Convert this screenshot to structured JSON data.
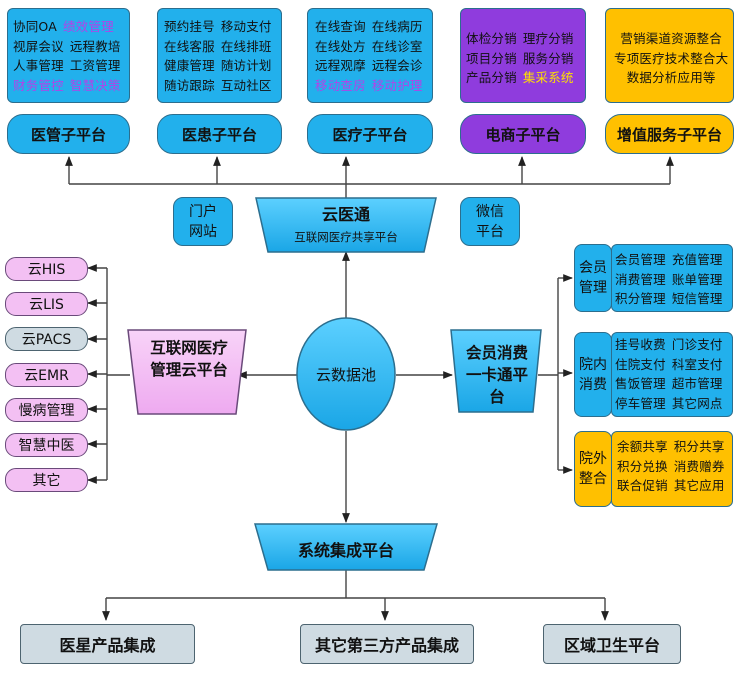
{
  "colors": {
    "blue": "#22b0ec",
    "purple": "#8f3cdd",
    "orange": "#ffc000",
    "pink": "#f3c0f3",
    "gray": "#cfdbe2"
  },
  "top": [
    {
      "title": "医管子平台",
      "color": "blue",
      "lines": [
        [
          {
            "t": "协同OA"
          },
          {
            "t": "绩效管理",
            "hl": true
          }
        ],
        [
          {
            "t": "视屏会议"
          },
          {
            "t": "远程教培"
          }
        ],
        [
          {
            "t": "人事管理"
          },
          {
            "t": "工资管理"
          }
        ],
        [
          {
            "t": "财务管控",
            "hl": true
          },
          {
            "t": "智慧决策",
            "hl": true
          }
        ]
      ]
    },
    {
      "title": "医患子平台",
      "color": "blue",
      "lines": [
        [
          {
            "t": "预约挂号"
          },
          {
            "t": "移动支付"
          }
        ],
        [
          {
            "t": "在线客服"
          },
          {
            "t": "在线排班"
          }
        ],
        [
          {
            "t": "健康管理"
          },
          {
            "t": "随访计划"
          }
        ],
        [
          {
            "t": "随访跟踪"
          },
          {
            "t": "互动社区"
          }
        ]
      ]
    },
    {
      "title": "医疗子平台",
      "color": "blue",
      "lines": [
        [
          {
            "t": "在线查询"
          },
          {
            "t": "在线病历"
          }
        ],
        [
          {
            "t": "在线处方"
          },
          {
            "t": "在线诊室"
          }
        ],
        [
          {
            "t": "远程观摩"
          },
          {
            "t": "远程会诊"
          }
        ],
        [
          {
            "t": "移动查房",
            "hl": true
          },
          {
            "t": "移动护理",
            "hl": true
          }
        ]
      ]
    },
    {
      "title": "电商子平台",
      "color": "purple",
      "lines": [
        [
          {
            "t": "体检分销"
          },
          {
            "t": "理疗分销"
          }
        ],
        [
          {
            "t": "项目分销"
          },
          {
            "t": "服务分销"
          }
        ],
        [
          {
            "t": "产品分销"
          },
          {
            "t": "集采系统",
            "hly": true
          }
        ]
      ]
    },
    {
      "title": "增值服务子平台",
      "color": "orange",
      "lines": [
        [
          {
            "t": "营销渠道资源整合"
          }
        ],
        [
          {
            "t": "专项医疗技术整合大"
          }
        ],
        [
          {
            "t": "数据分析应用等"
          }
        ]
      ]
    }
  ],
  "portal": "门户网站",
  "wechat": "微信平台",
  "cloud": {
    "title": "云医通",
    "subtitle": "互联网医疗共享平台"
  },
  "center": "云数据池",
  "mgmt": "互联网医疗管理云平台",
  "left_items": [
    "云HIS",
    "云LIS",
    "云PACS",
    "云EMR",
    "慢病管理",
    "智慧中医",
    "其它"
  ],
  "member": "会员消费一卡通平台",
  "right": [
    {
      "label": "会员管理",
      "color": "blue",
      "lines": [
        [
          "会员管理",
          "充值管理"
        ],
        [
          "消费管理",
          "账单管理"
        ],
        [
          "积分管理",
          "短信管理"
        ]
      ]
    },
    {
      "label": "院内消费",
      "color": "blue",
      "lines": [
        [
          "挂号收费",
          "门诊支付"
        ],
        [
          "住院支付",
          "科室支付"
        ],
        [
          "售饭管理",
          "超市管理"
        ],
        [
          "停车管理",
          "其它网点"
        ]
      ]
    },
    {
      "label": "院外整合",
      "color": "orange",
      "lines": [
        [
          "余额共享",
          "积分共享"
        ],
        [
          "积分兑换",
          "消费赠券"
        ],
        [
          "联合促销",
          "其它应用"
        ]
      ]
    }
  ],
  "integration": "系统集成平台",
  "bottom": [
    "医星产品集成",
    "其它第三方产品集成",
    "区域卫生平台"
  ]
}
